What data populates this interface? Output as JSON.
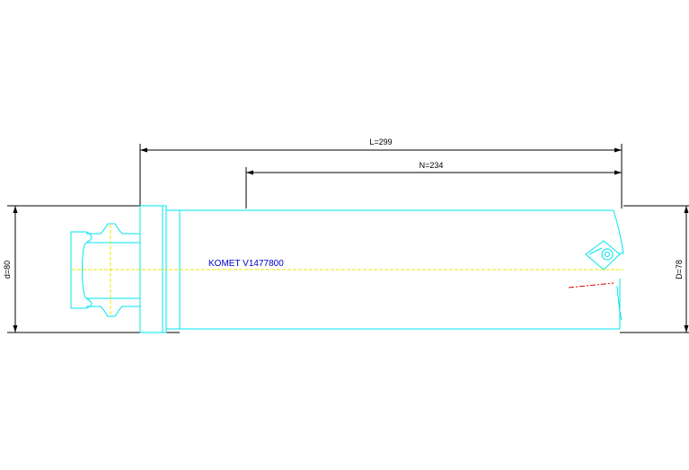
{
  "dimensions": {
    "overall_length": "L=299",
    "body_length": "N=234",
    "shank_diameter": "d=80",
    "cutting_diameter": "D=78"
  },
  "part": {
    "label": "KOMET V1477800"
  },
  "colors": {
    "outline": "#00e5ee",
    "centerline": "#e8e800",
    "dimension": "#000000",
    "label": "#0000cc",
    "cutter_mark": "#e00000"
  }
}
